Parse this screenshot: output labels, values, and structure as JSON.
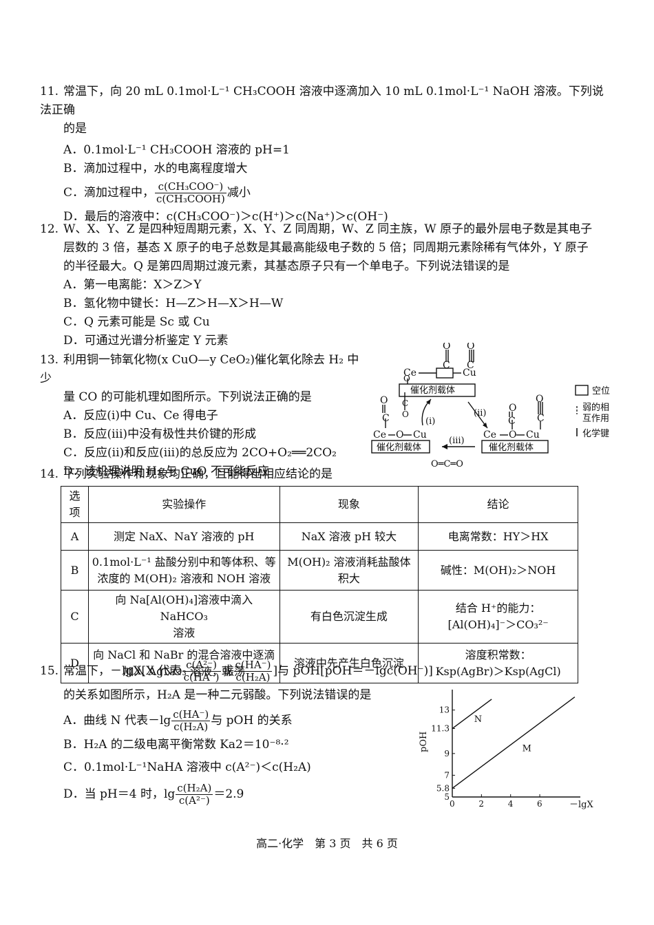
{
  "q11": {
    "num": "11.",
    "stem1": "常温下，向 20 mL 0.1mol·L⁻¹ CH₃COOH 溶液中逐滴加入 10 mL 0.1mol·L⁻¹ NaOH 溶液。下列说法正确",
    "stem2": "的是",
    "A": "A．0.1mol·L⁻¹ CH₃COOH 溶液的 pH=1",
    "B": "B．滴加过程中，水的电离程度增大",
    "C_pre": "C．滴加过程中，",
    "C_num": "c(CH₃COO⁻)",
    "C_den": "c(CH₃COOH)",
    "C_post": "减小",
    "D": "D．最后的溶液中：c(CH₃COO⁻)＞c(H⁺)＞c(Na⁺)＞c(OH⁻)"
  },
  "q12": {
    "num": "12.",
    "stem1": "W、X、Y、Z 是四种短周期元素，X、Y、Z 同周期，W、Z 同主族，W 原子的最外层电子数是其电子",
    "stem2": "层数的 3 倍，基态 X 原子的电子总数是其最高能级电子数的 5 倍；同周期元素除稀有气体外，Y 原子",
    "stem3": "的半径最大。Q 是第四周期过渡元素，其基态原子只有一个单电子。下列说法错误的是",
    "A": "A．第一电离能：X＞Z＞Y",
    "B": "B．氢化物中键长：H—Z＞H—X＞H—W",
    "C": "C．Q 元素可能是 Sc 或 Cu",
    "D": "D．可通过光谱分析鉴定 Y 元素"
  },
  "q13": {
    "num": "13.",
    "stem1": "利用铜一铈氧化物(x CuO—y CeO₂)催化氧化除去 H₂ 中少",
    "stem2": "量 CO 的可能机理如图所示。下列说法正确的是",
    "A": "A．反应(i)中 Cu、Ce 得电子",
    "B": "B．反应(iii)中没有极性共价键的形成",
    "C": "C．反应(ii)和反应(iii)的总反应为 2CO+O₂══2CO₂",
    "D": "D．该机理说明 H₂ 与 CuO 不可能反应",
    "diagram": {
      "carrier": "催化剂载体",
      "ce": "Ce",
      "cu": "Cu",
      "o": "O",
      "c": "C",
      "i": "(i)",
      "ii": "(ii)",
      "iii": "(iii)",
      "co2": "O═C═O",
      "legend_vacancy": "空位",
      "legend_weak1": "弱的相",
      "legend_weak2": "互作用",
      "legend_bond": "化学键"
    }
  },
  "q14": {
    "num": "14.",
    "stem": "下列实验操作和现象均正确，且能得出相应结论的是",
    "headers": [
      "选项",
      "实验操作",
      "现象",
      "结论"
    ],
    "rows": [
      {
        "opt": "A",
        "op1": "测定 NaX、NaY 溶液的 pH",
        "op2": "",
        "ph1": "NaX 溶液 pH 较大",
        "ph2": "",
        "co1": "电离常数：HY＞HX",
        "co2": ""
      },
      {
        "opt": "B",
        "op1": "0.1mol·L⁻¹ 盐酸分别中和等体积、等",
        "op2": "浓度的 M(OH)₂ 溶液和 NOH 溶液",
        "ph1": "M(OH)₂ 溶液消耗盐酸体",
        "ph2": "积大",
        "co1": "碱性：M(OH)₂＞NOH",
        "co2": ""
      },
      {
        "opt": "C",
        "op1": "向 Na[Al(OH)₄]溶液中滴入 NaHCO₃",
        "op2": "溶液",
        "ph1": "有白色沉淀生成",
        "ph2": "",
        "co1": "结合 H⁺的能力：",
        "co2": "[Al(OH)₄]⁻＞CO₃²⁻"
      },
      {
        "opt": "D",
        "op1": "向 NaCl 和 NaBr 的混合溶液中逐滴",
        "op2": "加入 AgNO₃ 溶液，振荡",
        "ph1": "溶液中先产生白色沉淀",
        "ph2": "",
        "co1": "溶度积常数：",
        "co2": "Ksp(AgBr)＞Ksp(AgCl)"
      }
    ]
  },
  "q15": {
    "num": "15.",
    "stem1_a": "常温下，－lgX[X 代表",
    "f1_num": "c(A²⁻)",
    "f1_den": "c(HA⁻)",
    "stem1_b": "或",
    "f2_num": "c(HA⁻)",
    "f2_den": "c(H₂A)",
    "stem1_c": "]与 pOH[pOH＝－lgc(OH⁻)]",
    "stem2": "的关系如图所示，H₂A 是一种二元弱酸。下列说法错误的是",
    "A_pre": "A．曲线 N 代表－lg",
    "A_num": "c(HA⁻)",
    "A_den": "c(H₂A)",
    "A_post": "与 pOH 的关系",
    "B": "B．H₂A 的二级电离平衡常数 Ka2＝10⁻⁸·²",
    "C": "C．0.1mol·L⁻¹NaHA 溶液中 c(A²⁻)＜c(H₂A)",
    "D_pre": "D．当 pH＝4 时，lg",
    "D_num": "c(H₂A)",
    "D_den": "c(A²⁻)",
    "D_post": "＝2.9"
  },
  "chart_data": {
    "type": "line",
    "xlabel": "－lgX",
    "ylabel": "pOH",
    "x_ticks": [
      "0",
      "2",
      "4",
      "6"
    ],
    "y_ticks": [
      "5",
      "5.8",
      "7",
      "9",
      "11.3",
      "13"
    ],
    "xlim": [
      0,
      8.5
    ],
    "ylim": [
      5,
      14.5
    ],
    "series": [
      {
        "name": "N",
        "x": [
          0,
          2.7
        ],
        "y": [
          11.3,
          14.0
        ]
      },
      {
        "name": "M",
        "x": [
          0,
          8.4
        ],
        "y": [
          5.8,
          14.2
        ]
      }
    ]
  },
  "footer": "高二·化学　第 3 页　共 6 页"
}
